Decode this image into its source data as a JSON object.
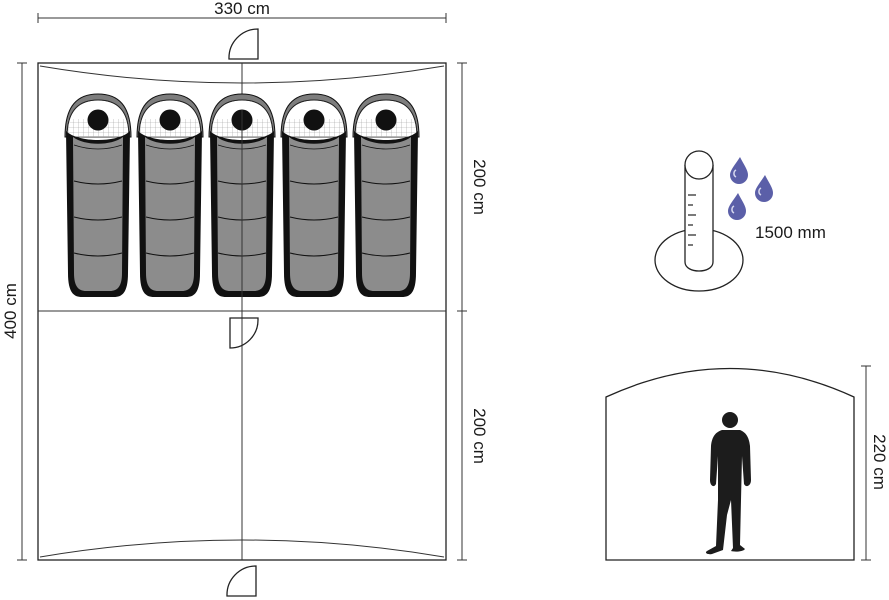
{
  "floor_plan": {
    "width_label": "330 cm",
    "length_label": "400 cm",
    "room_labels": [
      "200 cm",
      "200 cm"
    ],
    "sleeping_bags": 5
  },
  "waterproof": {
    "label": "1500 mm",
    "icon": "rain-gauge-icon"
  },
  "height": {
    "label": "220 cm",
    "icon": "person-silhouette-icon"
  },
  "colors": {
    "line": "#222222",
    "bag_fill": "#8c8c8c",
    "bag_outline": "#111111",
    "drop": "#5b5fa8",
    "silhouette": "#1c1c1c"
  }
}
